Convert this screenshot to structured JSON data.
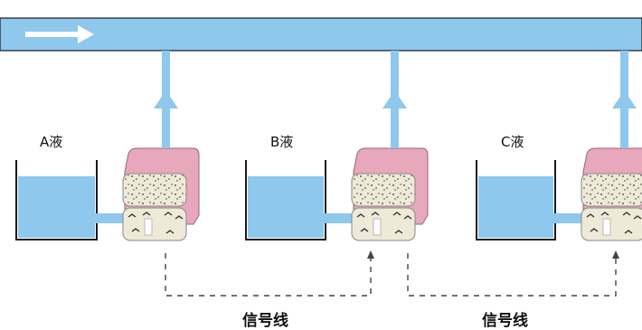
{
  "tanks": [
    {
      "label": "A液"
    },
    {
      "label": "B液"
    },
    {
      "label": "C液"
    }
  ],
  "signal_lines": [
    {
      "label": "信号线"
    },
    {
      "label": "信号线"
    }
  ],
  "colors": {
    "liquid": "#8ec8ec",
    "pipe": "#8ec8ec",
    "pump_pink": "#e8a8bc",
    "pump_body": "#efe9d8",
    "outline": "#222222",
    "dash": "#444444"
  }
}
